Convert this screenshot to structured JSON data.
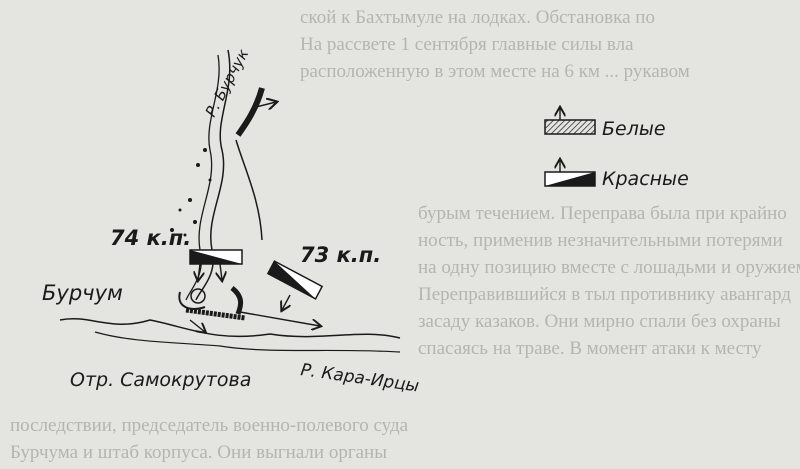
{
  "background_text": [
    "ской к Бахтымуле на лодках. Обстановка по",
    "  На рассвете 1 сентября главные силы вла",
    "расположенную в этом месте на 6 км ... рукавом",
    "бурым течением. Переправа была при крайно",
    "ность, применив незначительными потерями",
    "на одну позицию вместе с лошадьми и оружием",
    "  Переправившийся в тыл противнику авангард",
    "засаду казаков. Они мирно спали без охраны",
    "спасаясь на траве. В момент атаки к месту",
    "последствии, председатель военно-полевого суда",
    "Бурчума и штаб корпуса. Они выгнали органы"
  ],
  "legend": {
    "whites": "Белые",
    "reds": "Красные"
  },
  "labels": {
    "river_burchuk": "Р. Бурчук",
    "regiment_74": "74 к.п.",
    "regiment_73": "73 к.п.",
    "village": "Бурчум",
    "detachment": "Отр. Самокрутова",
    "river_kara_irtsy": "Р. Кара-Ирцы"
  },
  "colors": {
    "ink": "#1a1a1a",
    "paper": "#e4e4e0",
    "bleed_text": "#b4b4b0"
  }
}
